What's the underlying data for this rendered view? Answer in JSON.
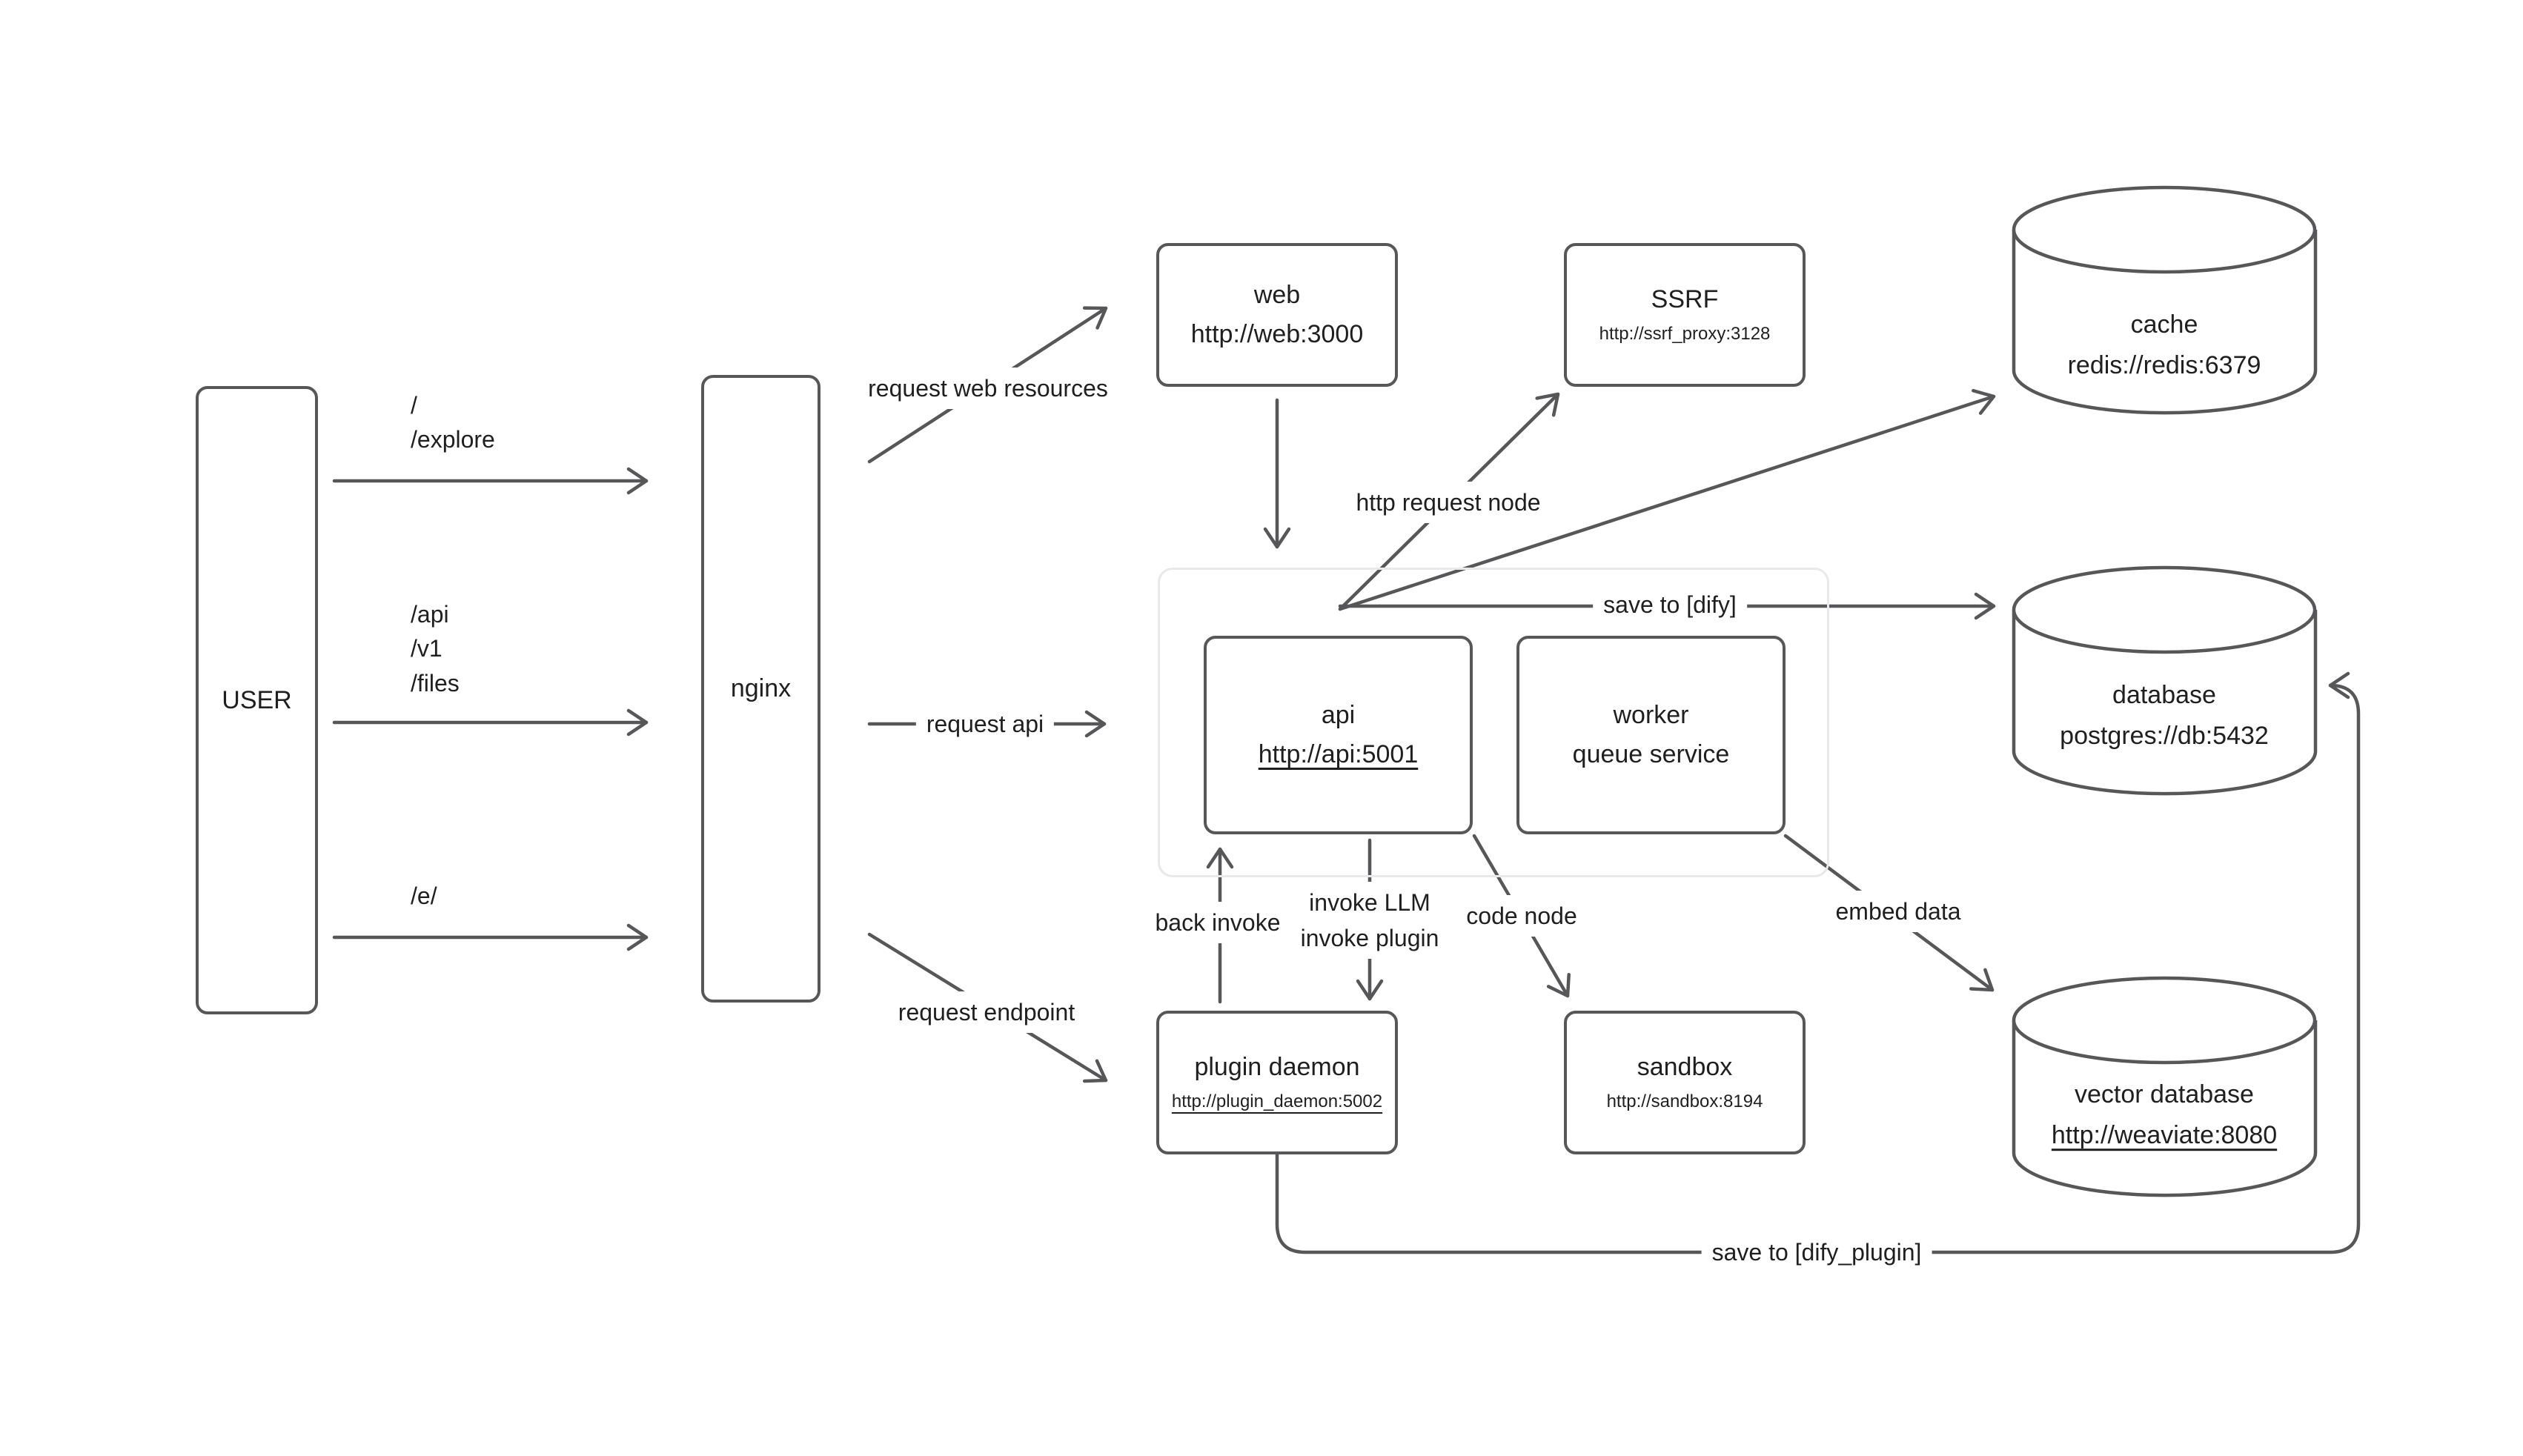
{
  "colors": {
    "stroke": "#57575a",
    "text": "#1f1f1f",
    "group_border": "#e9e9ec"
  },
  "nodes": {
    "user": {
      "label": "USER"
    },
    "nginx": {
      "label": "nginx"
    },
    "web": {
      "title": "web",
      "url": "http://web:3000"
    },
    "ssrf": {
      "title": "SSRF",
      "url": "http://ssrf_proxy:3128"
    },
    "cache": {
      "title": "cache",
      "url": "redis://redis:6379"
    },
    "database": {
      "title": "database",
      "url": "postgres://db:5432"
    },
    "vector_database": {
      "title": "vector database",
      "url": "http://weaviate:8080"
    },
    "api": {
      "title": "api",
      "url": "http://api:5001"
    },
    "worker": {
      "title": "worker",
      "subtitle": "queue service"
    },
    "sandbox": {
      "title": "sandbox",
      "url": "http://sandbox:8194"
    },
    "plugin_daemon": {
      "title": "plugin daemon",
      "url": "http://plugin_daemon:5002"
    }
  },
  "edges": {
    "user_routes_web": "/\n/explore",
    "user_routes_api": "/api\n/v1\n/files",
    "user_routes_e": "/e/",
    "request_web_resources": "request web resources",
    "request_api": "request api",
    "request_endpoint": "request endpoint",
    "http_request_node": "http request node",
    "save_to_dify": "save to [dify]",
    "back_invoke": "back invoke",
    "invoke": "invoke LLM\ninvoke plugin",
    "code_node": "code node",
    "embed_data": "embed data",
    "save_to_dify_plugin": "save to [dify_plugin]"
  }
}
